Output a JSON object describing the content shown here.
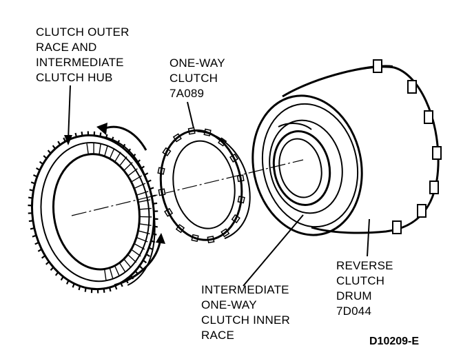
{
  "labels": {
    "outer_race": [
      "CLUTCH OUTER",
      "RACE AND",
      "INTERMEDIATE",
      "CLUTCH HUB"
    ],
    "one_way_clutch": [
      "ONE-WAY",
      "CLUTCH",
      "7A089"
    ],
    "inner_race": [
      "INTERMEDIATE",
      "ONE-WAY",
      "CLUTCH INNER",
      "RACE"
    ],
    "reverse_drum": [
      "REVERSE",
      "CLUTCH",
      "DRUM",
      "7D044"
    ]
  },
  "figure_code": "D10209-E"
}
